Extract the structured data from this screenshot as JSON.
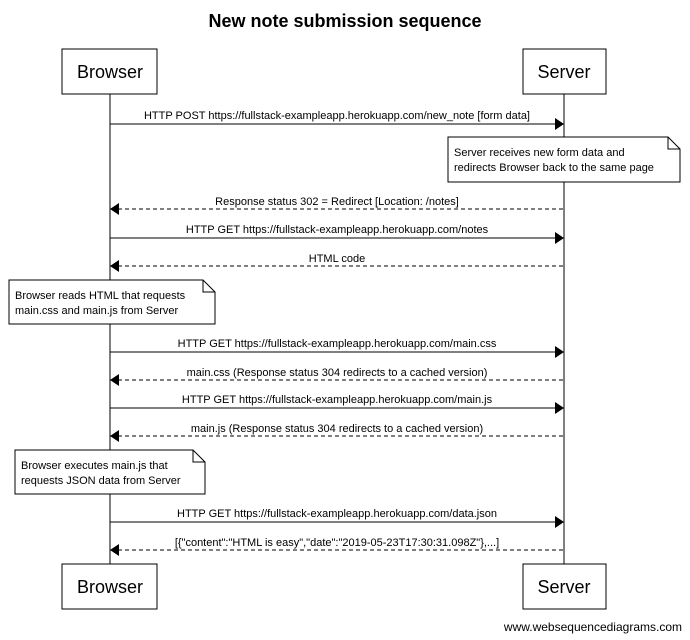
{
  "title": "New note submission sequence",
  "actors": {
    "browser": "Browser",
    "server": "Server"
  },
  "messages": [
    {
      "text": "HTTP POST https://fullstack-exampleapp.herokuapp.com/new_note [form data]",
      "from": "browser",
      "to": "server",
      "style": "solid"
    },
    {
      "text": "Response status 302 = Redirect [Location: /notes]",
      "from": "server",
      "to": "browser",
      "style": "dashed"
    },
    {
      "text": "HTTP GET https://fullstack-exampleapp.herokuapp.com/notes",
      "from": "browser",
      "to": "server",
      "style": "solid"
    },
    {
      "text": "HTML code",
      "from": "server",
      "to": "browser",
      "style": "dashed"
    },
    {
      "text": "HTTP GET https://fullstack-exampleapp.herokuapp.com/main.css",
      "from": "browser",
      "to": "server",
      "style": "solid"
    },
    {
      "text": "main.css (Response status 304 redirects to a cached version)",
      "from": "server",
      "to": "browser",
      "style": "dashed"
    },
    {
      "text": "HTTP GET https://fullstack-exampleapp.herokuapp.com/main.js",
      "from": "browser",
      "to": "server",
      "style": "solid"
    },
    {
      "text": "main.js (Response status 304 redirects to a cached version)",
      "from": "server",
      "to": "browser",
      "style": "dashed"
    },
    {
      "text": "HTTP GET https://fullstack-exampleapp.herokuapp.com/data.json",
      "from": "browser",
      "to": "server",
      "style": "solid"
    },
    {
      "text": "[{\"content\":\"HTML is easy\",\"date\":\"2019-05-23T17:30:31.098Z\"},...]",
      "from": "server",
      "to": "browser",
      "style": "dashed"
    }
  ],
  "notes": [
    {
      "actor": "server",
      "lines": [
        "Server receives new form data and",
        "redirects Browser back to the same page"
      ]
    },
    {
      "actor": "browser",
      "lines": [
        "Browser reads HTML that requests",
        "main.css and main.js from Server"
      ]
    },
    {
      "actor": "browser",
      "lines": [
        "Browser executes main.js that",
        "requests JSON data from Server"
      ]
    }
  ],
  "footer": "www.websequencediagrams.com"
}
